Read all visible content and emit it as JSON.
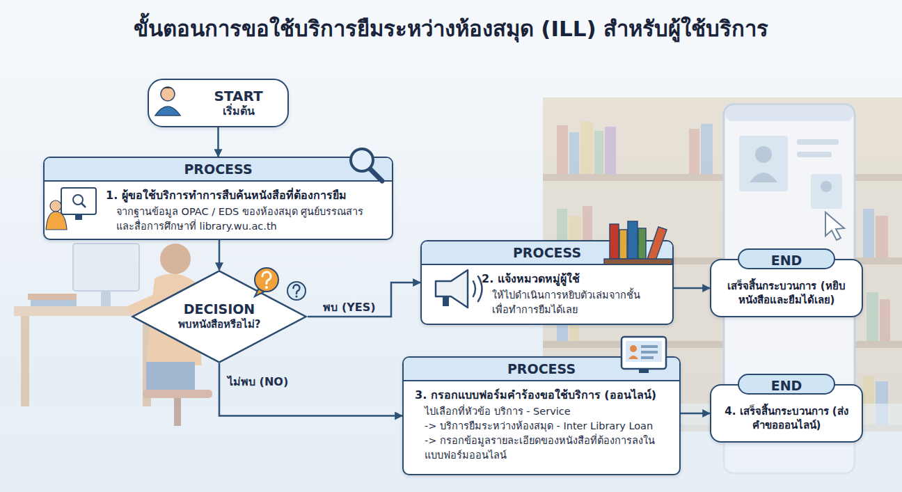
{
  "diagram": {
    "title": "ขั้นตอนการขอใช้บริการยืมระหว่างห้องสมุด (ILL) สำหรับผู้ใช้บริการ",
    "nodes": [
      {
        "text": [
          "START",
          "เริ่มต้น"
        ]
      },
      {
        "text": [
          "PROCESS",
          "1. ผู้ขอใช้บริการทำการสืบค้นหนังสือที่ต้องการยืม",
          "จากฐานข้อมูล OPAC / EDS ของห้องสมุด ศูนย์บรรณสารและสื่อการศึกษาที่ library.wu.ac.th"
        ]
      },
      {
        "text": [
          "DECISION",
          "พบหนังสือหรือไม่?"
        ]
      },
      {
        "text": [
          "PROCESS",
          "2. แจ้งหมวดหมู่ผู้ใช้",
          "ให้ไปดำเนินการหยิบตัวเล่มจากชั้น เพื่อทำการยืมได้เลย"
        ]
      },
      {
        "text": [
          "END",
          "เสร็จสิ้นกระบวนการ (หยิบหนังสือและยืมได้เลย)"
        ]
      },
      {
        "text": [
          "PROCESS",
          "3. กรอกแบบฟอร์มคำร้องขอใช้บริการ (ออนไลน์)",
          "ไปเลือกที่หัวข้อ บริการ - Service",
          "-> บริการยืมระหว่างห้องสมุด - Inter Library Loan",
          "-> กรอกข้อมูลรายละเอียดของหนังสือที่ต้องการลงใน แบบฟอร์มออนไลน์"
        ]
      },
      {
        "text": [
          "END",
          "4. เสร็จสิ้นกระบวนการ (ส่งคำขอออนไลน์)"
        ]
      }
    ],
    "edges": [
      {
        "from": 0,
        "to": 1,
        "arrow": "to"
      },
      {
        "from": 1,
        "to": 2,
        "arrow": "to"
      },
      {
        "from": 2,
        "to": 3,
        "label": "พบ (YES)",
        "arrow": "to"
      },
      {
        "from": 3,
        "to": 4,
        "arrow": "to"
      },
      {
        "from": 2,
        "to": 5,
        "label": "ไม่พบ (NO)",
        "arrow": "to"
      },
      {
        "from": 5,
        "to": 6,
        "arrow": "to"
      }
    ]
  }
}
